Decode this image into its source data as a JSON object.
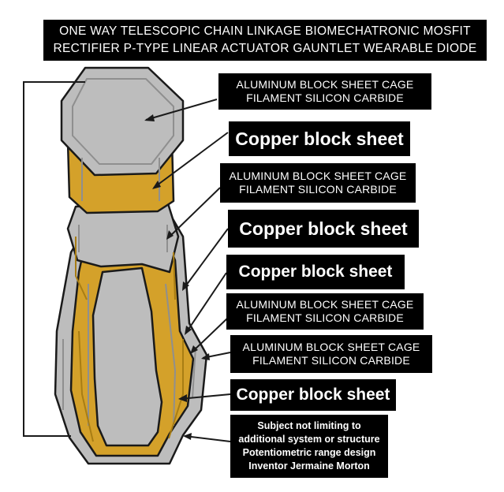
{
  "title": {
    "line1": "ONE WAY TELESCOPIC CHAIN LINKAGE BIOMECHATRONIC MOSFIT",
    "line2": "RECTIFIER P-TYPE LINEAR ACTUATOR GAUNTLET WEARABLE DIODE"
  },
  "labels": {
    "alu_1": {
      "line1": "ALUMINUM BLOCK SHEET CAGE",
      "line2": "FILAMENT SILICON CARBIDE"
    },
    "copper_1": "Copper block sheet",
    "alu_2": {
      "line1": "ALUMINUM BLOCK SHEET CAGE",
      "line2": "FILAMENT SILICON CARBIDE"
    },
    "copper_2": "Copper block sheet",
    "copper_3": "Copper block sheet",
    "alu_3": {
      "line1": "ALUMINUM BLOCK SHEET CAGE",
      "line2": "FILAMENT SILICON CARBIDE"
    },
    "alu_4": {
      "line1": "ALUMINUM BLOCK SHEET CAGE",
      "line2": "FILAMENT SILICON CARBIDE"
    },
    "copper_4": "Copper block sheet"
  },
  "note": {
    "line1": "Subject not limiting to",
    "line2": "additional system or structure",
    "line3": "Potentiometric range design",
    "line4": "Inventor Jermaine Morton"
  },
  "colors": {
    "aluminum": "#bdbdbd",
    "aluminum_dark": "#8f8f8f",
    "copper": "#d4a12a",
    "copper_dark": "#a87d14",
    "outline": "#1a1a1a",
    "label_bg": "#000000",
    "label_text": "#ffffff"
  }
}
